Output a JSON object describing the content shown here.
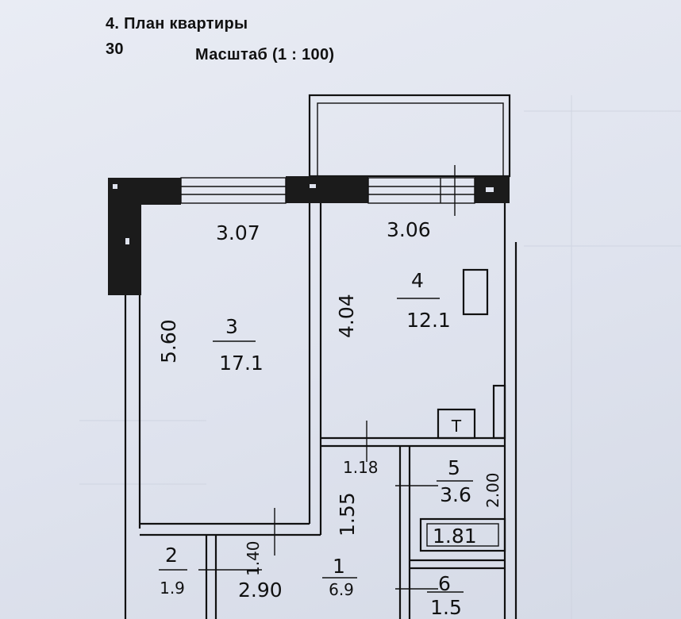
{
  "header": {
    "title": "4. План квартиры",
    "floor": "30",
    "scale": "Масштаб (1 : 100)"
  },
  "dimensions": {
    "room3_width": "3.07",
    "room4_width": "3.06",
    "room3_length": "5.60",
    "room4_length": "4.04",
    "corridor_width": "1.18",
    "corridor_length": "1.55",
    "room5_length": "2.00",
    "room5_width": "1.81",
    "room2_width": "1.40",
    "room1_width": "2.90"
  },
  "rooms": [
    {
      "number": "3",
      "area": "17.1"
    },
    {
      "number": "4",
      "area": "12.1"
    },
    {
      "number": "5",
      "area": "3.6"
    },
    {
      "number": "2",
      "area": "1.9"
    },
    {
      "number": "1",
      "area": "6.9"
    },
    {
      "number": "6",
      "area": "1.5"
    }
  ],
  "fixtures": {
    "sink": "T"
  }
}
